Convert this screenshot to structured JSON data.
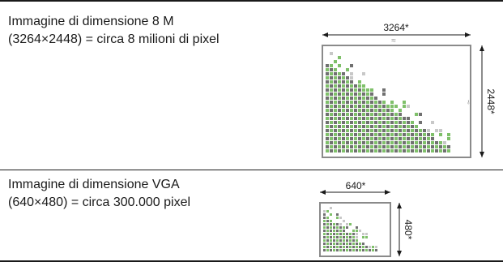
{
  "rows": [
    {
      "line1": "Immagine di dimensione 8 M",
      "line2": "(3264×2448) = circa 8 milioni di pixel",
      "width_label": "3264*",
      "height_label": "2448*"
    },
    {
      "line1": "Immagine di dimensione VGA",
      "line2": "(640×480) = circa 300.000 pixel",
      "width_label": "640*",
      "height_label": "480*"
    }
  ],
  "colors": {
    "frame": "#8a8a8a",
    "green": "#7fc06a",
    "dark": "#707070",
    "light": "#c8c8c8"
  }
}
